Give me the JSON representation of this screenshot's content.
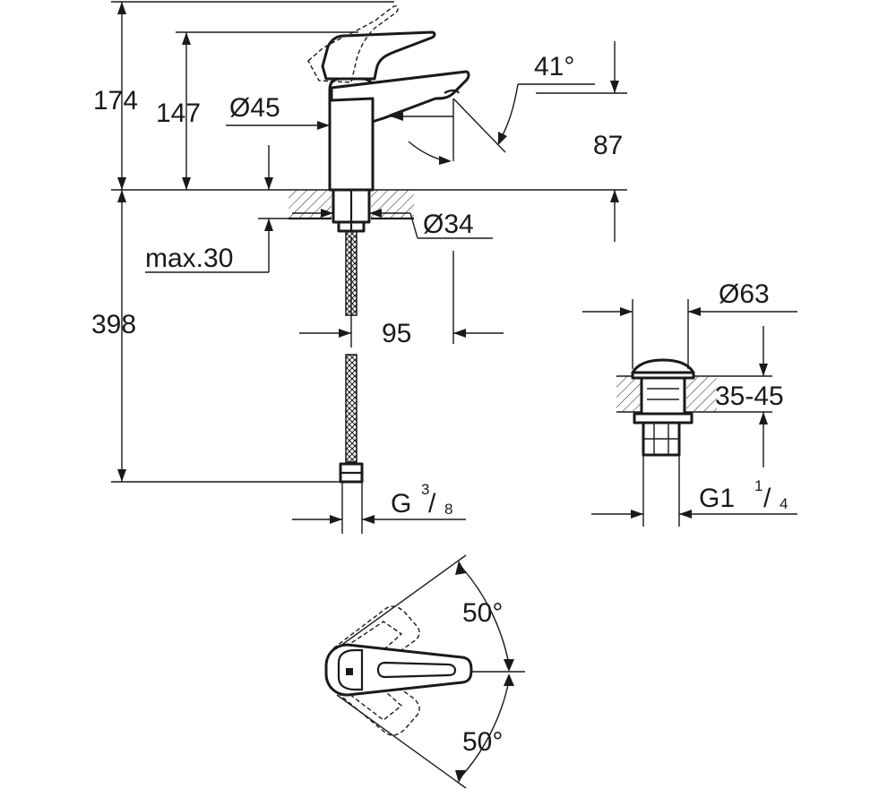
{
  "dimensions": {
    "height_total": "174",
    "height_spout": "147",
    "diameter_body": "Ø45",
    "spout_angle": "41°",
    "spout_height": "87",
    "diameter_base": "Ø34",
    "max_counter_thickness": "max.30",
    "overall_depth": "398",
    "spout_reach": "95",
    "hose_thread": "G",
    "hose_thread_num": "3",
    "hose_thread_den": "8",
    "waste_diameter": "Ø63",
    "waste_range": "35-45",
    "waste_thread": "G1",
    "waste_thread_num": "1",
    "waste_thread_den": "4",
    "lever_angle_top": "50°",
    "lever_angle_bottom": "50°"
  }
}
